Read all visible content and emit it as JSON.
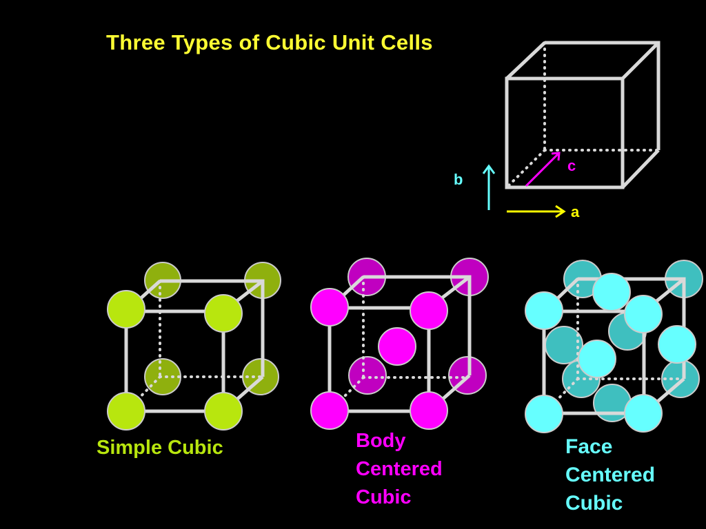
{
  "title": "Three Types of Cubic Unit Cells",
  "axes": {
    "a": "a",
    "b": "b",
    "c": "c"
  },
  "cells": {
    "simple": {
      "label": "Simple Cubic"
    },
    "bcc": {
      "lines": [
        "Body",
        "Centered",
        "Cubic"
      ]
    },
    "fcc": {
      "lines": [
        "Face",
        "Centered",
        "Cubic"
      ]
    }
  },
  "colors": {
    "title": "#ffff33",
    "simple": "#b8e60e",
    "bcc": "#ff00ff",
    "fcc": "#66ffff",
    "cube_edge": "#d9d9d9",
    "axis_a": "#ffff00",
    "axis_b": "#66ffff",
    "axis_c": "#ff00ff"
  }
}
